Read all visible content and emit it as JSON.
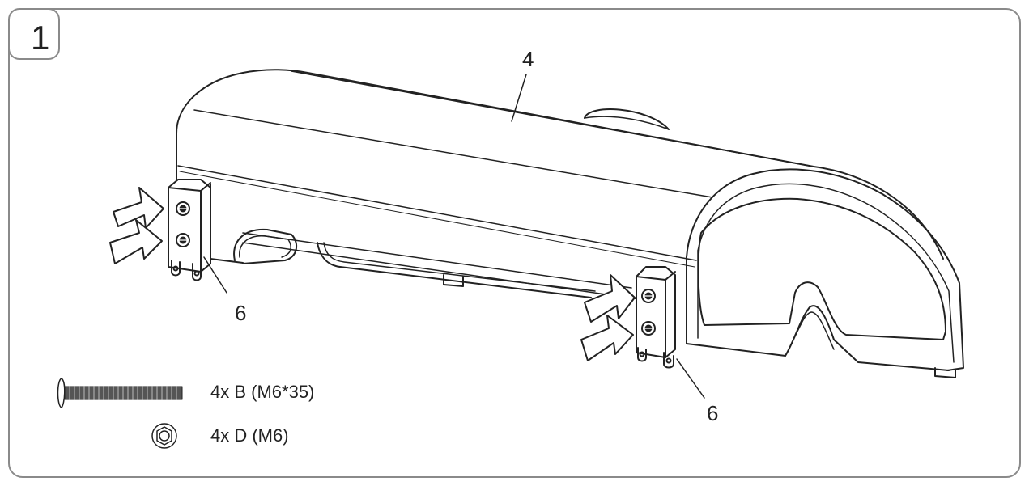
{
  "step": {
    "number": "1"
  },
  "callouts": {
    "cover": "4",
    "bracket_left": "6",
    "bracket_right": "6"
  },
  "parts": [
    {
      "icon": "screw-icon",
      "label": "4x B (M6*35)"
    },
    {
      "icon": "nut-icon",
      "label": "4x D (M6)"
    }
  ]
}
